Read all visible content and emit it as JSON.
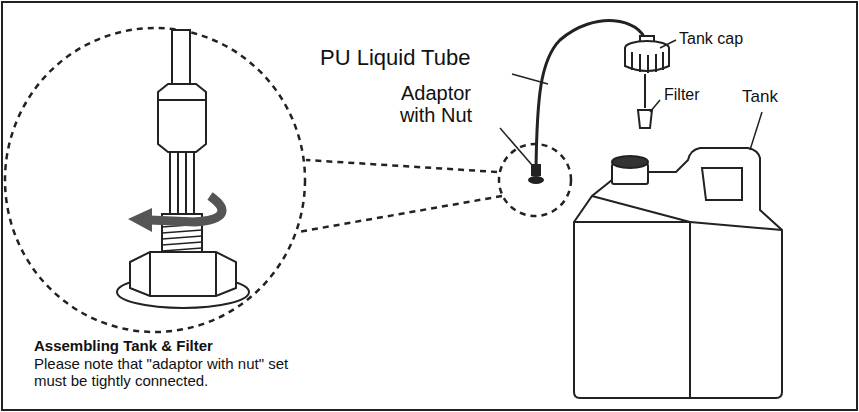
{
  "diagram": {
    "labels": [
      "PU Liquid Tube",
      "Tank cap",
      "Filter",
      "Tank",
      "Adaptor with Nut",
      "Assembling Tank & Filter",
      "Please note that \"adaptor with nut\" set must be tightly connected."
    ]
  }
}
